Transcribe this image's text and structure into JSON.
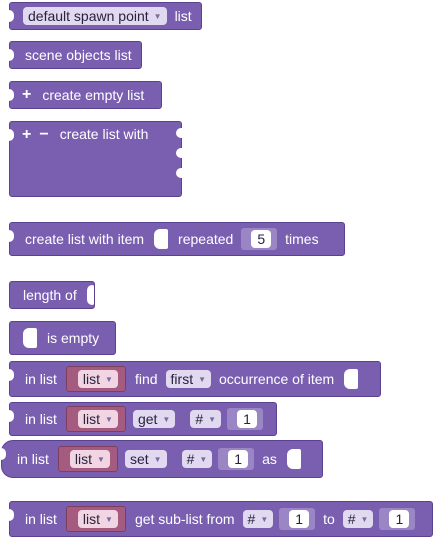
{
  "blocks": {
    "spawn": {
      "dropdown": "default spawn point",
      "suffix": "list"
    },
    "scene_objects": {
      "label": "scene objects list"
    },
    "create_empty": {
      "plus": "+",
      "label": "create empty list"
    },
    "create_with": {
      "plus": "+",
      "minus": "−",
      "label": "create list with"
    },
    "repeated": {
      "label": "create list with item",
      "repeated": "repeated",
      "count": "5",
      "times": "times"
    },
    "length_of": {
      "label": "length of"
    },
    "is_empty": {
      "label": "is empty"
    },
    "find": {
      "in_list": "in list",
      "var": "list",
      "find": "find",
      "which": "first",
      "rest": "occurrence of item"
    },
    "get": {
      "in_list": "in list",
      "var": "list",
      "mode": "get",
      "where": "#",
      "index": "1"
    },
    "set": {
      "in_list": "in list",
      "var": "list",
      "mode": "set",
      "where": "#",
      "index": "1",
      "as": "as"
    },
    "sublist": {
      "in_list": "in list",
      "var": "list",
      "label": "get sub-list from",
      "from_where": "#",
      "from_index": "1",
      "to": "to",
      "to_where": "#",
      "to_index": "1"
    }
  },
  "colors": {
    "block": "#7a5fb0",
    "variable": "#a55b80"
  }
}
